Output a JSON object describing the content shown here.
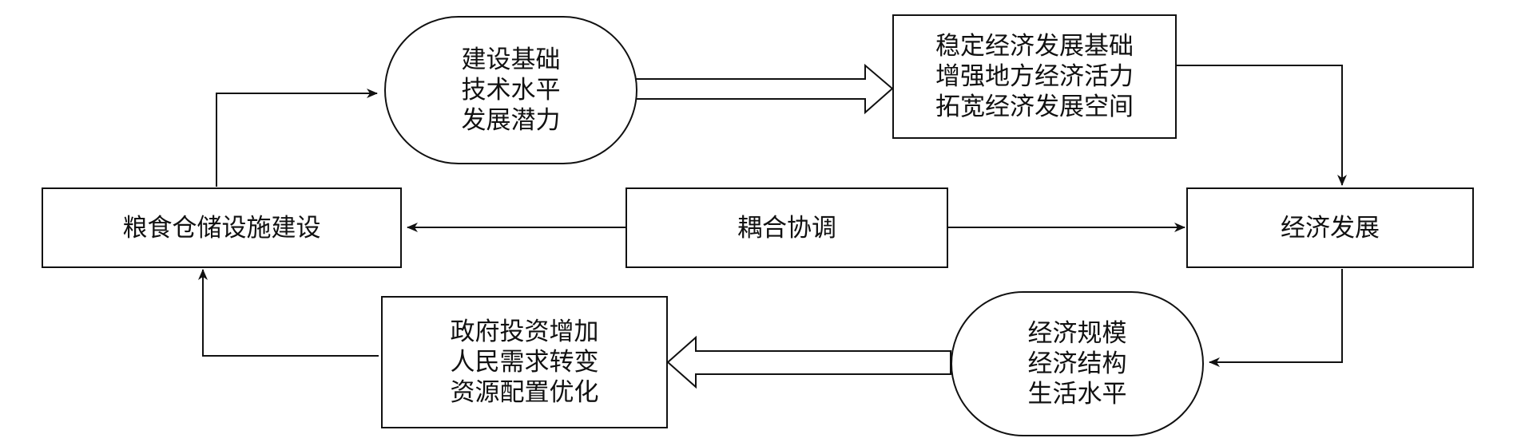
{
  "nodes": {
    "grain_storage": "粮食仓储设施建设",
    "coupling": "耦合协调",
    "economic_development": "经济发展",
    "construction_basis": [
      "建设基础",
      "技术水平",
      "发展潜力"
    ],
    "economic_effects": [
      "稳定经济发展基础",
      "增强地方经济活力",
      "拓宽经济发展空间"
    ],
    "economic_scale": [
      "经济规模",
      "经济结构",
      "生活水平"
    ],
    "investment_factors": [
      "政府投资增加",
      "人民需求转变",
      "资源配置优化"
    ]
  },
  "colors": {
    "stroke": "#111111",
    "background": "#ffffff"
  }
}
